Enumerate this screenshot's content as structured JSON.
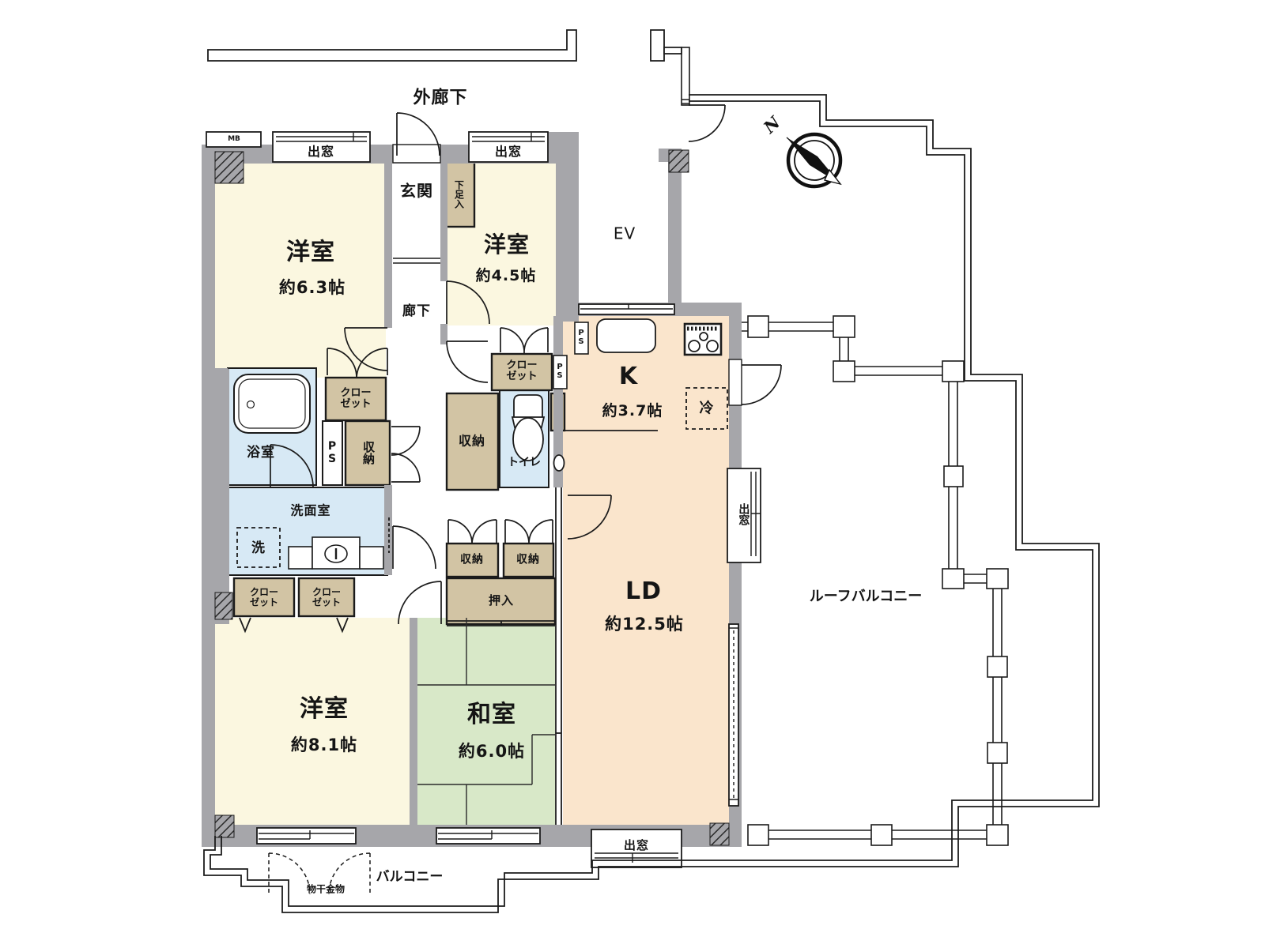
{
  "floorplan": {
    "compass": {
      "north": "N"
    },
    "rooms": [
      {
        "name": "洋室",
        "area": "約6.3帖"
      },
      {
        "name": "洋室",
        "area": "約4.5帖"
      },
      {
        "name": "洋室",
        "area": "約8.1帖"
      },
      {
        "name": "和室",
        "area": "約6.0帖"
      },
      {
        "name": "LD",
        "area": "約12.5帖"
      },
      {
        "name": "K",
        "area": "約3.7帖"
      }
    ],
    "labels": {
      "outer_corridor": "外廊下",
      "entrance": "玄関",
      "shoe_cabinet": "下足入",
      "hallway": "廊下",
      "elevator": "EV",
      "bathroom": "浴室",
      "washroom": "洗面室",
      "toilet": "トイレ",
      "washer": "洗",
      "closet": "クローゼット",
      "storage": "収納",
      "futon_closet": "押入",
      "refrigerator": "冷",
      "pipe_space": "PS",
      "meter_box": "MB",
      "bay_window": "出窓",
      "balcony": "バルコニー",
      "roof_balcony": "ルーフバルコニー",
      "laundry_bracket": "物干金物"
    },
    "colors": {
      "wall": "#a6a6aa",
      "western_room": "#fbf7e0",
      "japanese_room": "#d8e8c8",
      "living_dining": "#fae5cc",
      "wet_area": "#d7e9f5",
      "storage": "#d2c4a4"
    }
  }
}
